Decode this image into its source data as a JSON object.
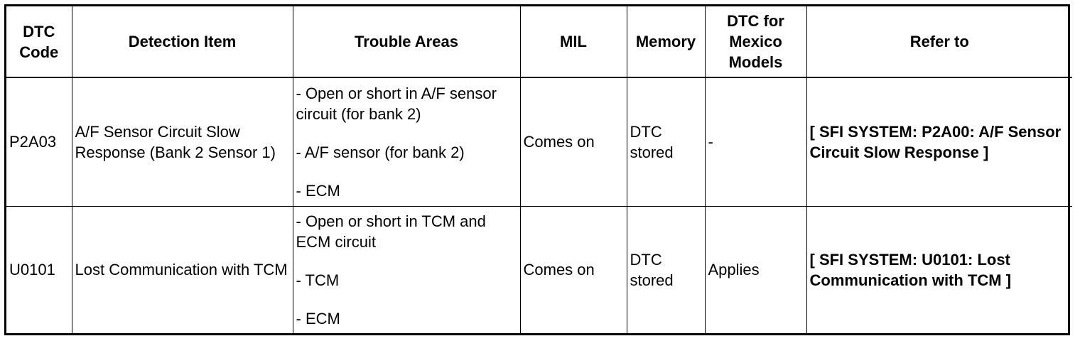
{
  "headers": {
    "code": "DTC Code",
    "detection": "Detection Item",
    "trouble": "Trouble Areas",
    "mil": "MIL",
    "memory": "Memory",
    "mexico": "DTC for Mexico Models",
    "refer": "Refer to"
  },
  "rows": [
    {
      "code": "P2A03",
      "detection": "A/F Sensor Circuit Slow Response (Bank 2 Sensor 1)",
      "trouble": [
        "- Open or short in A/F sensor circuit (for bank 2)",
        "- A/F sensor (for bank 2)",
        "- ECM"
      ],
      "mil": "Comes on",
      "memory": "DTC stored",
      "mexico": "-",
      "refer": "[ SFI SYSTEM: P2A00: A/F Sensor Circuit Slow Response ]"
    },
    {
      "code": "U0101",
      "detection": "Lost Communication with TCM",
      "trouble": [
        "- Open or short in TCM and ECM circuit",
        "- TCM",
        "- ECM"
      ],
      "mil": "Comes on",
      "memory": "DTC stored",
      "mexico": "Applies",
      "refer": "[ SFI SYSTEM: U0101: Lost Communication with TCM ]"
    }
  ]
}
